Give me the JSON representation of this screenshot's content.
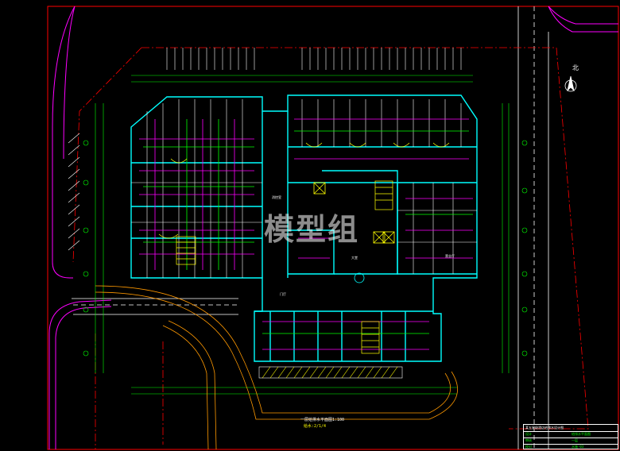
{
  "drawing": {
    "watermark": "模型组",
    "floor_plan_title": "一层给排水平面图1:100",
    "scale_note": "给水:2/1/4",
    "north_label": "北",
    "room_labels": [
      "消控室",
      "大堂",
      "门厅",
      "营业厅"
    ],
    "title_block": {
      "project": "某五星级酒店给排水设计图",
      "rows": [
        {
          "a": "设计",
          "b": "给排水平面图"
        },
        {
          "a": "审核",
          "b": "一层"
        },
        {
          "a": "校对",
          "b": "水施-03"
        }
      ]
    },
    "colors": {
      "background": "#000000",
      "site_boundary": "#ff00ff",
      "walls": "#00ffff",
      "pipes": "#ff00ff",
      "dimensions": "#00ff00",
      "road": "#ffff00",
      "property_line": "#ff0000",
      "text": "#ffffff"
    }
  }
}
